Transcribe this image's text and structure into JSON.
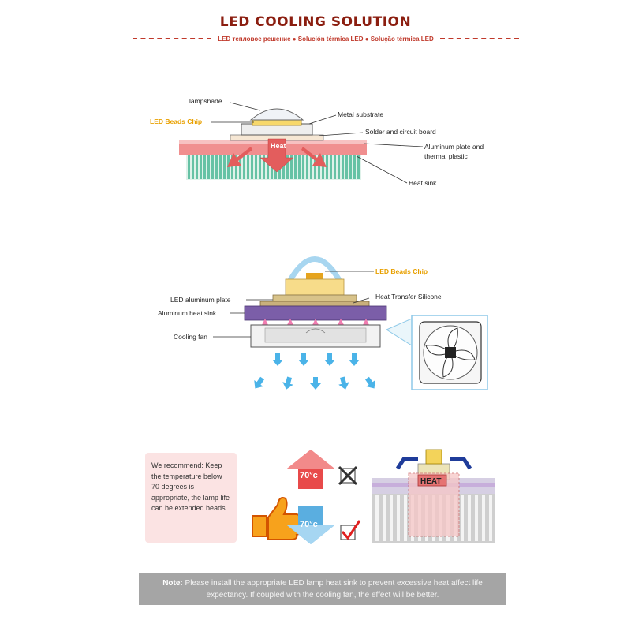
{
  "title": "LED COOLING SOLUTION",
  "subtitle": "LED тепловое решение ● Solución térmica LED ● Solução térmica LED",
  "diagram1": {
    "lampshade": "lampshade",
    "led_beads_chip": "LED Beads Chip",
    "metal_substrate": "Metal substrate",
    "solder": "Solder and circuit board",
    "aluminum_plate_1": "Aluminum plate and",
    "aluminum_plate_2": "thermal plastic",
    "heat_sink": "Heat sink",
    "heat": "Heat"
  },
  "diagram2": {
    "led_beads_chip": "LED Beads Chip",
    "led_aluminum_plate": "LED aluminum plate",
    "heat_transfer_silicone": "Heat Transfer Silicone",
    "aluminum_heat_sink": "Aluminum heat sink",
    "cooling_fan": "Cooling fan"
  },
  "diagram3": {
    "recommend_text": "We recommend: Keep the temperature below 70 degrees is appropriate, the lamp life can be extended beads.",
    "temp_high": "70°c",
    "temp_low": "70°c",
    "heat": "HEAT"
  },
  "note": {
    "label": "Note:",
    "text": " Please install the appropriate LED lamp heat sink to prevent excessive heat affect life expectancy. If coupled with the cooling fan, the effect will be better."
  },
  "colors": {
    "title": "#8b1e10",
    "accent_red": "#c0392b",
    "chip_yellow": "#e8a000",
    "sink_green": "#66c2a5",
    "plate_pink": "#f5a3a3",
    "heat_arrow": "#e35d5d",
    "purple_sink": "#7b5ea8",
    "airflow_blue": "#4ab3e8",
    "note_bg": "#a5a5a5"
  }
}
